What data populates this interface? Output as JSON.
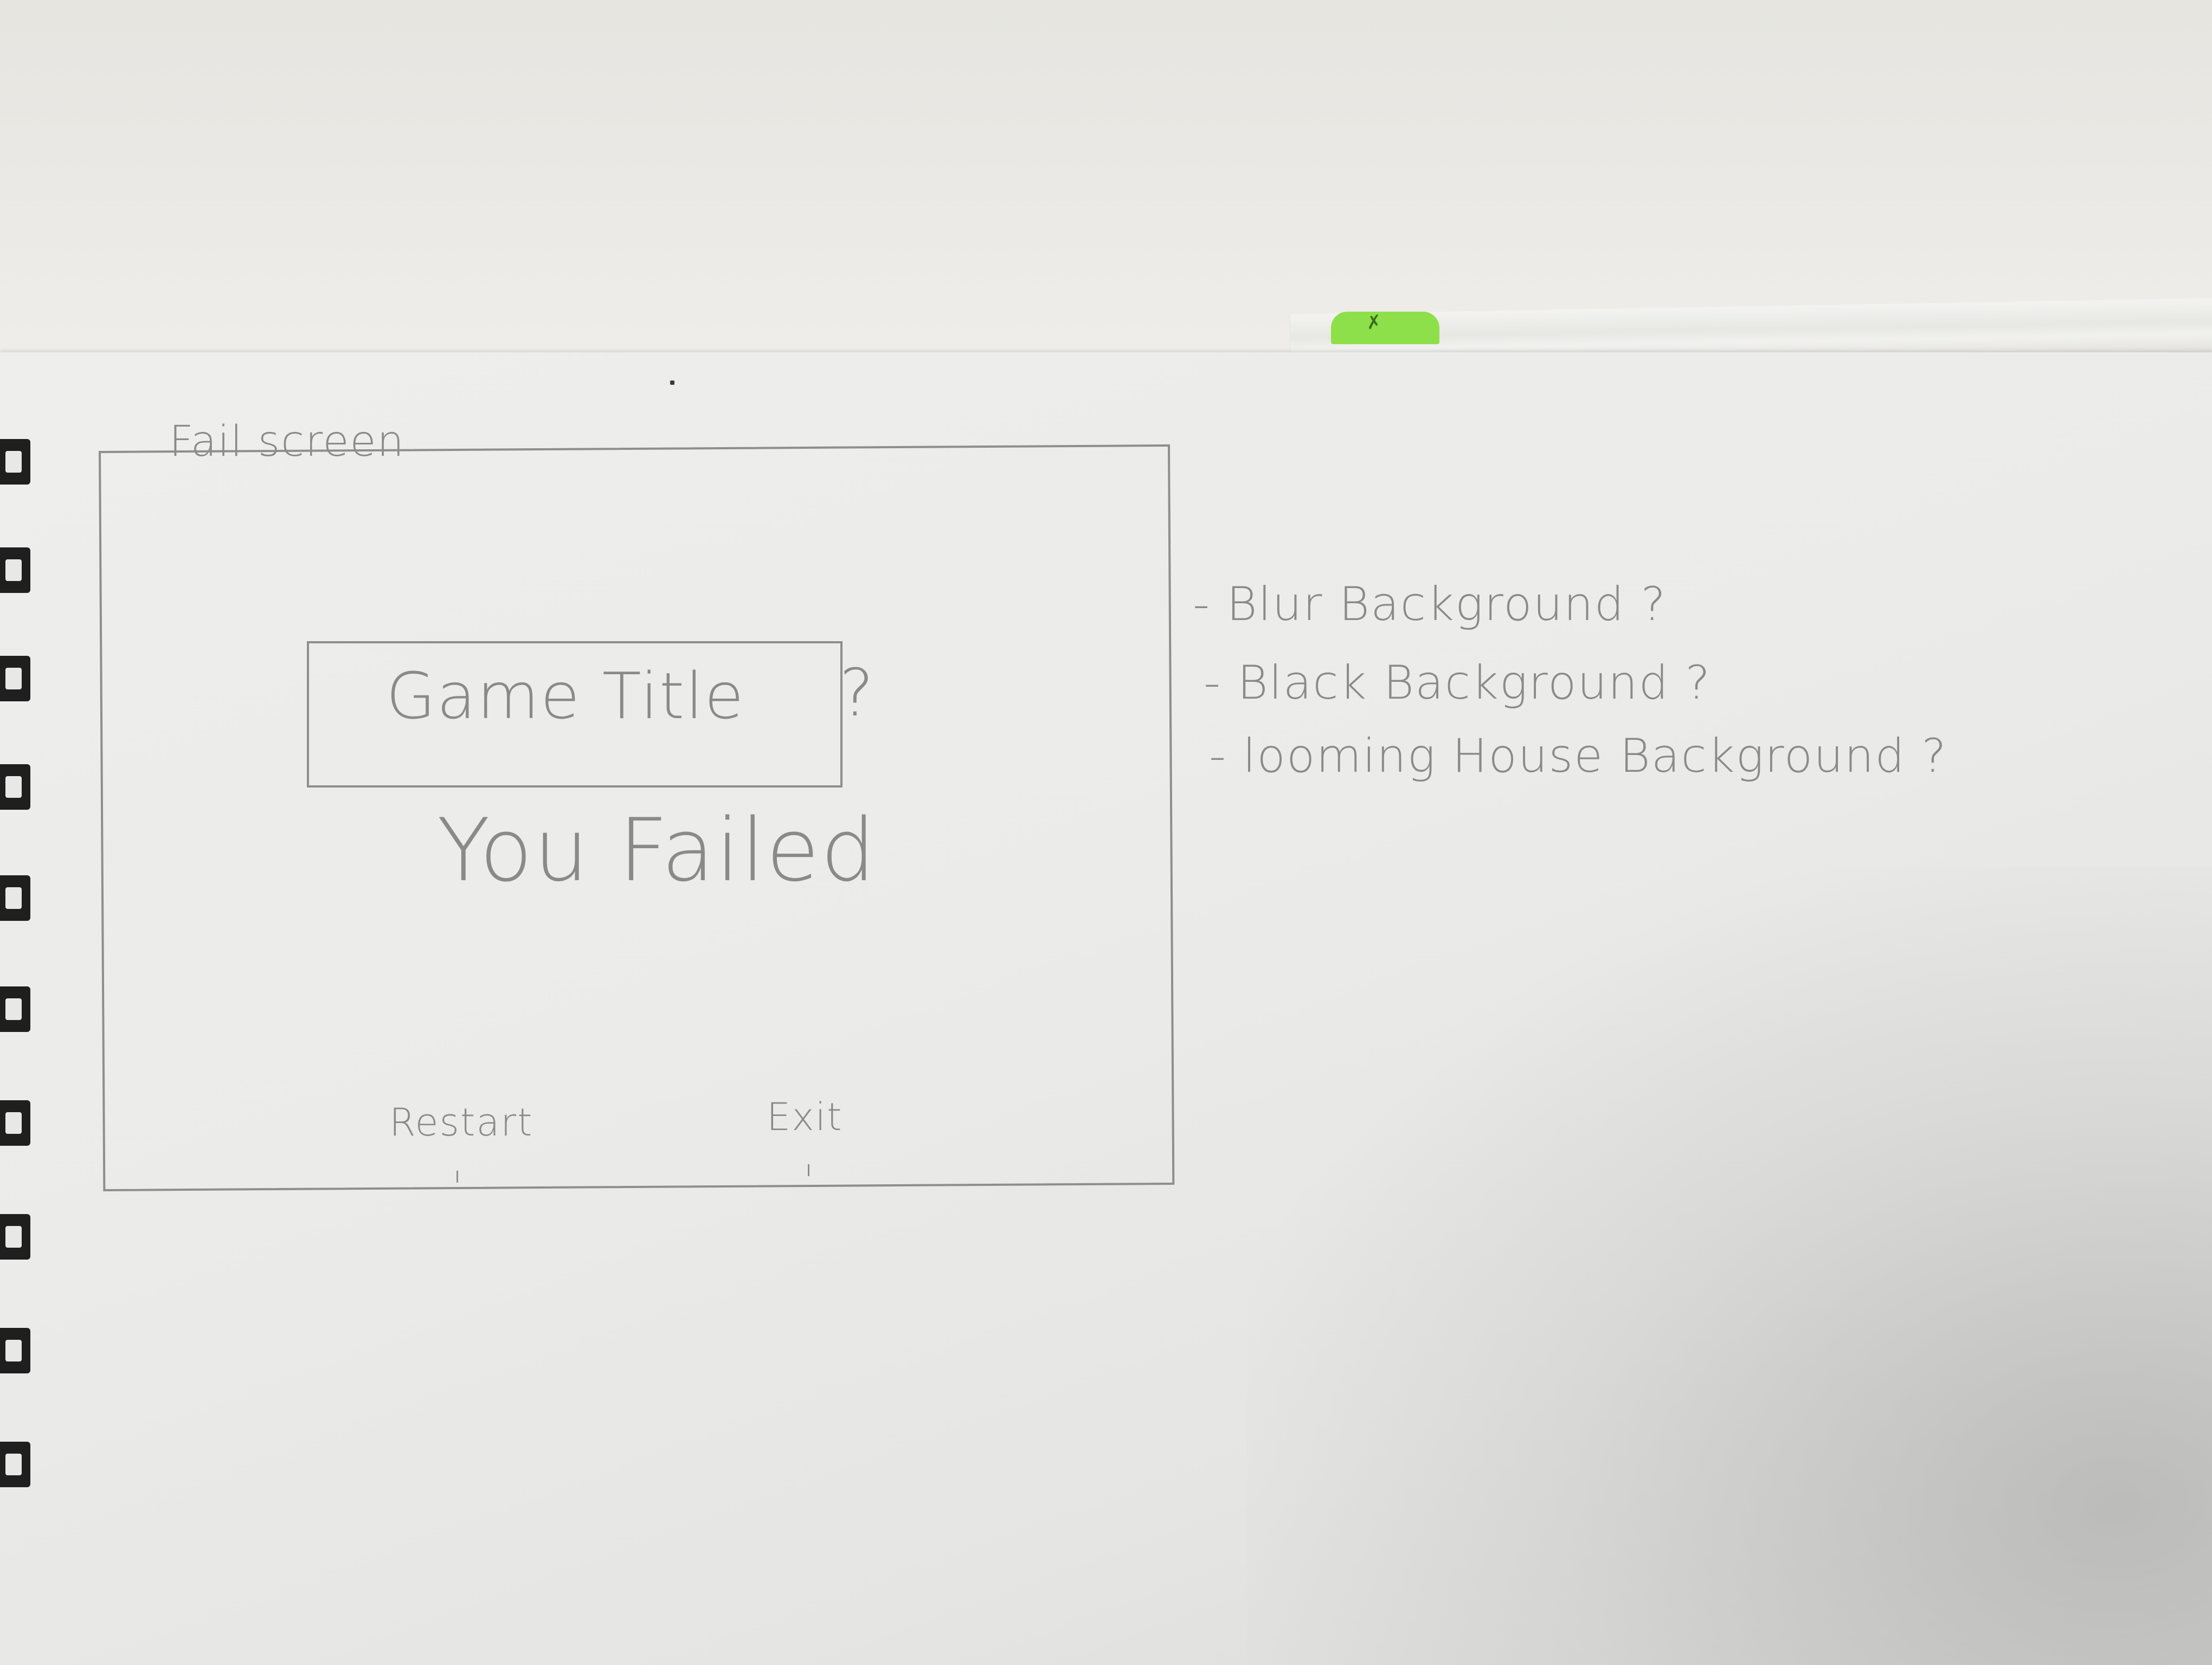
{
  "sketch": {
    "screen_label": "Fail screen",
    "title_box_text": "Game Title",
    "title_box_mark": "?",
    "headline": "You Failed",
    "restart_label": "Restart",
    "exit_label": "Exit"
  },
  "notes": [
    "- Blur Background ?",
    "- Black Background ?",
    "- looming House Background ?"
  ],
  "colors": {
    "pencil": "#8a8a88",
    "paper": "#ebebe9",
    "sticky_tab": "#8ee04a",
    "binding": "#1f1f1f"
  }
}
